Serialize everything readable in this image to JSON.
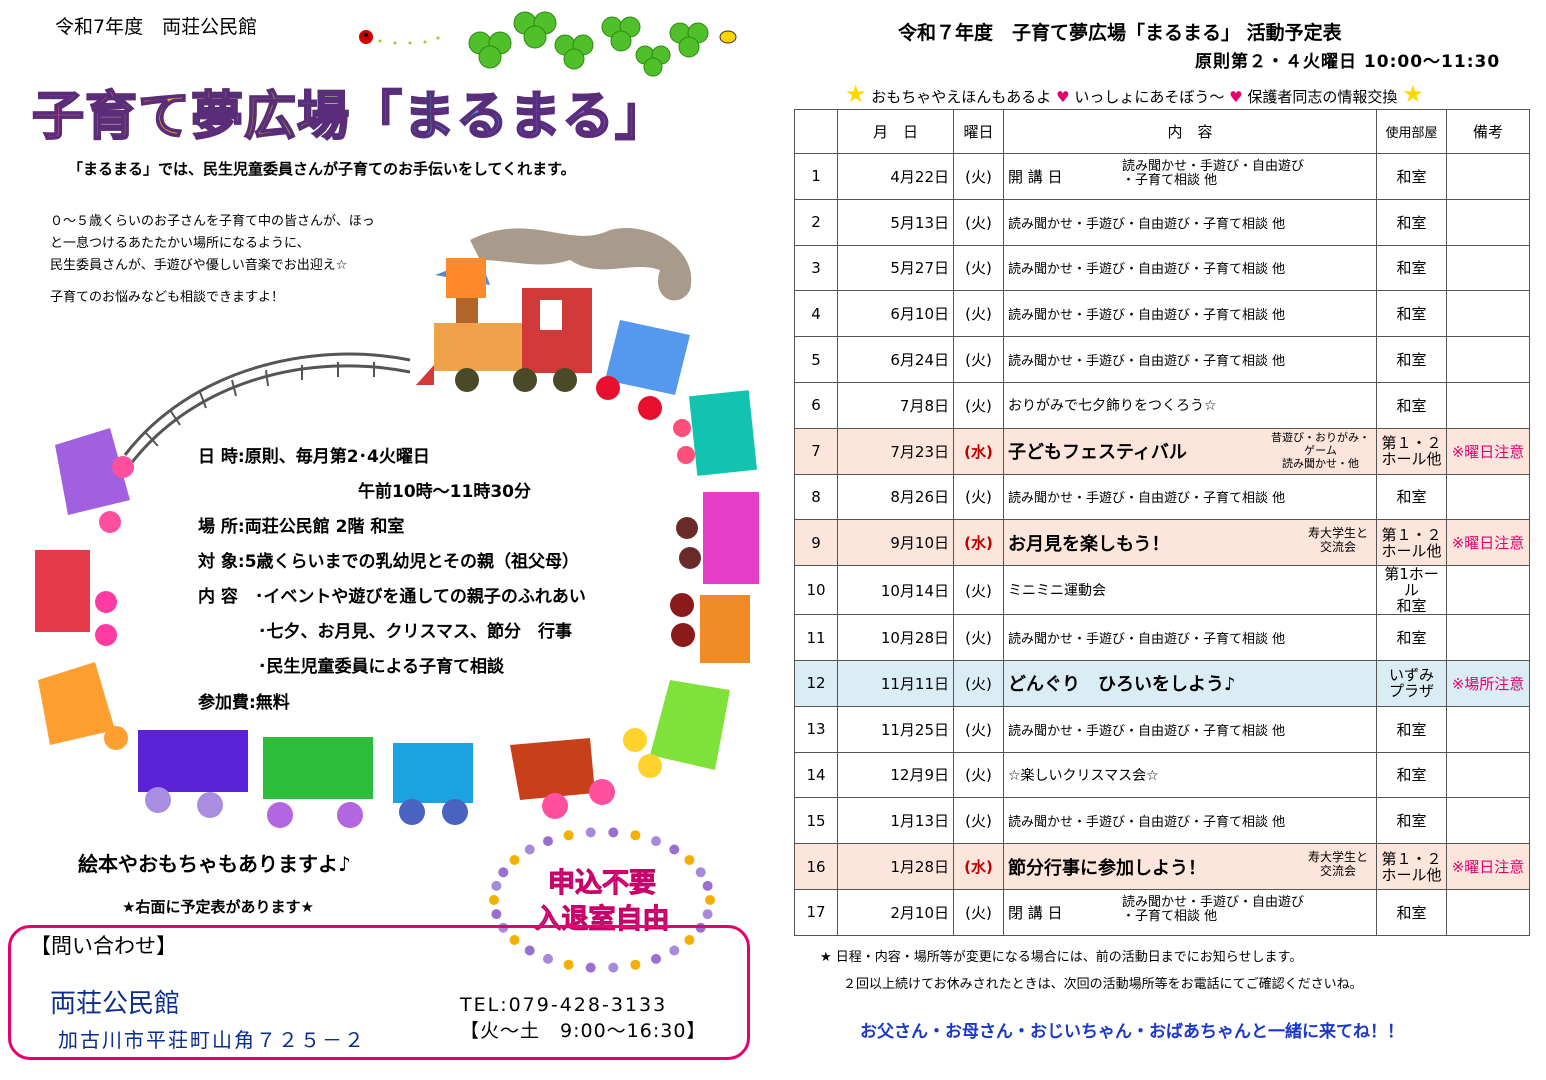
{
  "left": {
    "fiscal_title": "令和7年度　両荘公民館",
    "main_title": "子育て夢広場「まるまる」",
    "intro_line": "「まるまる」では、民生児童委員さんが子育てのお手伝いをしてくれます。",
    "intro_para": [
      "０～５歳くらいのお子さんを子育て中の皆さんが、ほっ",
      "と一息つけるあたたかい場所になるように、",
      "民生委員さんが、手遊びや優しい音楽でお出迎え☆"
    ],
    "consult_line": "子育てのお悩みなども相談できますよ！",
    "info": {
      "datetime_1": "日 時:原則、毎月第2･4火曜日",
      "datetime_2": "午前10時～11時30分",
      "place": "場 所:両荘公民館 2階 和室",
      "target": "対 象:5歳くらいまでの乳幼児とその親（祖父母）",
      "content_1": "内 容　･イベントや遊びを通しての親子のふれあい",
      "content_2": "･七夕、お月見、クリスマス、節分　行事",
      "content_3": "･民生児童委員による子育て相談",
      "fee": "参加費:無料"
    },
    "books_note": "絵本やおもちゃもありますよ♪",
    "schedule_note": "★右面に予定表があります★",
    "badge_1": "申込不要",
    "badge_2": "入退室自由",
    "contact": {
      "heading": "【問い合わせ】",
      "name": "両荘公民館",
      "address": "加古川市平荘町山角７２５－２",
      "tel": "TEL:079-428-3133",
      "hours": "【火～土　9:00～16:30】"
    }
  },
  "right": {
    "title": "令和７年度　子育て夢広場「まるまる」 活動予定表",
    "time": "原則第２・４火曜日 10:00～11:30",
    "tagline": [
      "おもちゃやえほんもあるよ",
      "いっしょにあそぼう～",
      "保護者同志の情報交換"
    ],
    "headers": [
      "",
      "月　日",
      "曜日",
      "内　容",
      "使用部屋",
      "備考"
    ],
    "rows": [
      {
        "no": "1",
        "date": "4月22日",
        "day": "(火)",
        "content": "開 講 日",
        "sub": "読み聞かせ・手遊び・自由遊び\n・子育て相談 他",
        "room": "和室",
        "note": ""
      },
      {
        "no": "2",
        "date": "5月13日",
        "day": "(火)",
        "content": "読み聞かせ・手遊び・自由遊び・子育て相談 他",
        "sub": "",
        "room": "和室",
        "note": ""
      },
      {
        "no": "3",
        "date": "5月27日",
        "day": "(火)",
        "content": "読み聞かせ・手遊び・自由遊び・子育て相談 他",
        "sub": "",
        "room": "和室",
        "note": ""
      },
      {
        "no": "4",
        "date": "6月10日",
        "day": "(火)",
        "content": "読み聞かせ・手遊び・自由遊び・子育て相談 他",
        "sub": "",
        "room": "和室",
        "note": ""
      },
      {
        "no": "5",
        "date": "6月24日",
        "day": "(火)",
        "content": "読み聞かせ・手遊び・自由遊び・子育て相談 他",
        "sub": "",
        "room": "和室",
        "note": ""
      },
      {
        "no": "6",
        "date": "7月8日",
        "day": "(火)",
        "content": "おりがみで七夕飾りをつくろう☆",
        "sub": "",
        "room": "和室",
        "note": ""
      },
      {
        "no": "7",
        "date": "7月23日",
        "day": "(水)",
        "content": "子どもフェスティバル",
        "sub": "昔遊び・おりがみ・\nゲーム\n読み聞かせ・他",
        "room": "第１・２\nホール他",
        "note": "※曜日注意"
      },
      {
        "no": "8",
        "date": "8月26日",
        "day": "(火)",
        "content": "読み聞かせ・手遊び・自由遊び・子育て相談 他",
        "sub": "",
        "room": "和室",
        "note": ""
      },
      {
        "no": "9",
        "date": "9月10日",
        "day": "(水)",
        "content": "お月見を楽しもう！",
        "sub": "寿大学生と\n交流会",
        "room": "第１・２\nホール他",
        "note": "※曜日注意"
      },
      {
        "no": "10",
        "date": "10月14日",
        "day": "(火)",
        "content": "ミニミニ運動会",
        "sub": "",
        "room": "第1ホール\n和室",
        "note": ""
      },
      {
        "no": "11",
        "date": "10月28日",
        "day": "(火)",
        "content": "読み聞かせ・手遊び・自由遊び・子育て相談 他",
        "sub": "",
        "room": "和室",
        "note": ""
      },
      {
        "no": "12",
        "date": "11月11日",
        "day": "(火)",
        "content": "どんぐり　ひろいをしよう♪",
        "sub": "",
        "room": "いずみ\nプラザ",
        "note": "※場所注意"
      },
      {
        "no": "13",
        "date": "11月25日",
        "day": "(火)",
        "content": "読み聞かせ・手遊び・自由遊び・子育て相談 他",
        "sub": "",
        "room": "和室",
        "note": ""
      },
      {
        "no": "14",
        "date": "12月9日",
        "day": "(火)",
        "content": "☆楽しいクリスマス会☆",
        "sub": "",
        "room": "和室",
        "note": ""
      },
      {
        "no": "15",
        "date": "1月13日",
        "day": "(火)",
        "content": "読み聞かせ・手遊び・自由遊び・子育て相談 他",
        "sub": "",
        "room": "和室",
        "note": ""
      },
      {
        "no": "16",
        "date": "1月28日",
        "day": "(水)",
        "content": "節分行事に参加しよう！",
        "sub": "寿大学生と\n交流会",
        "room": "第１・２\nホール他",
        "note": "※曜日注意"
      },
      {
        "no": "17",
        "date": "2月10日",
        "day": "(火)",
        "content": "閉 講 日",
        "sub": "読み聞かせ・手遊び・自由遊び\n・子育て相談 他",
        "room": "和室",
        "note": ""
      }
    ],
    "footnote_1": "★ 日程・内容・場所等が変更になる場合には、前の活動日までにお知らせします。",
    "footnote_2": "２回以上続けてお休みされたときは、次回の活動場所等をお電話にてご確認くださいね。",
    "closing": "お父さん・お母さん・おじいちゃん・おばあちゃんと一緒に来てね！！"
  },
  "colors": {
    "accent_pink": "#e5006e",
    "orange_row": "#fce6dc",
    "blue_row": "#dbedf4",
    "note_blue": "#1a38c9"
  }
}
